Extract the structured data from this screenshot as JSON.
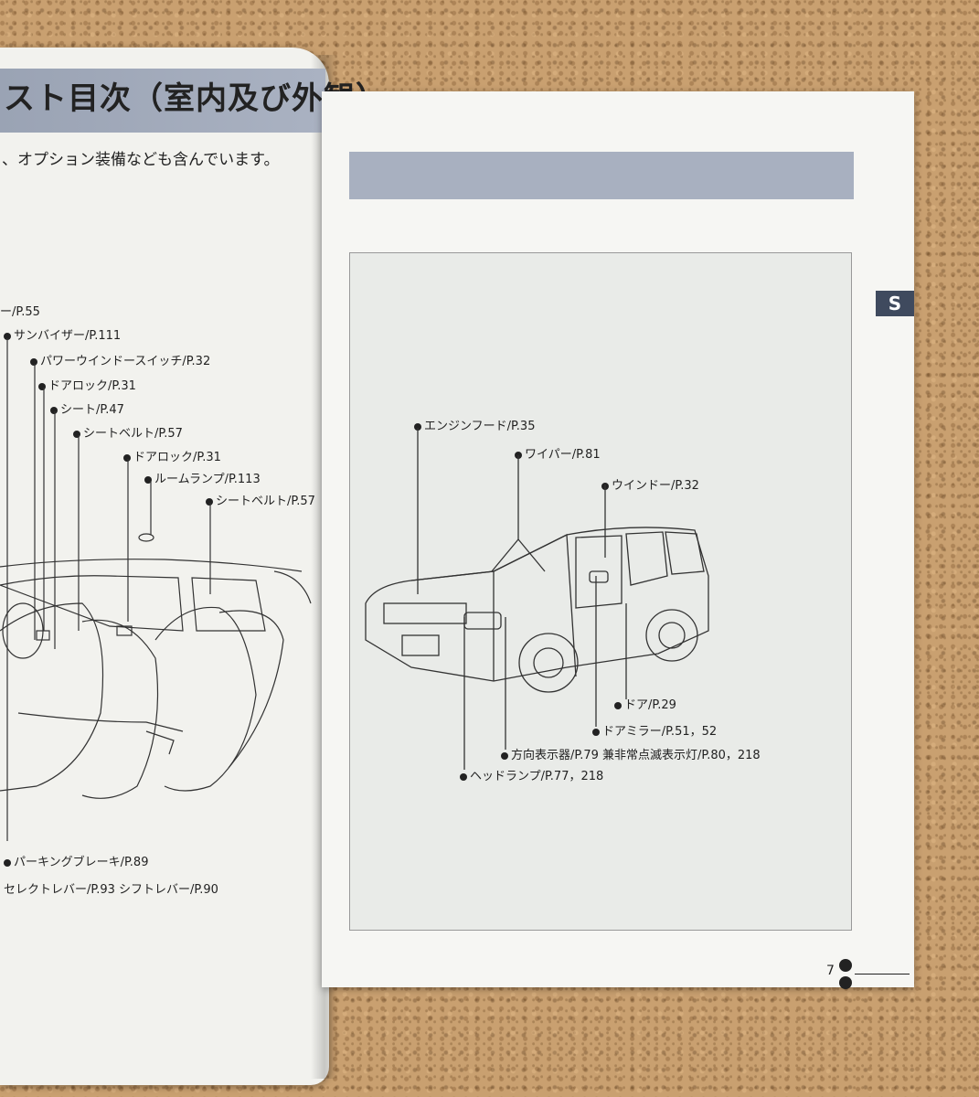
{
  "left_page": {
    "title": "スト目次（室内及び外観）",
    "subtitle": "、オプション装備なども含んでいます。",
    "labels": [
      "ー/P.55",
      "サンバイザー/P.111",
      "パワーウインドースイッチ/P.32",
      "ドアロック/P.31",
      "シート/P.47",
      "シートベルト/P.57",
      "ドアロック/P.31",
      "ルームランプ/P.113",
      "シートベルト/P.57",
      "パーキングブレーキ/P.89",
      "セレクトレバー/P.93",
      "シフトレバー/P.90"
    ]
  },
  "right_page": {
    "tab": "S",
    "page_number": "7",
    "labels": [
      "エンジンフード/P.35",
      "ワイパー/P.81",
      "ウインドー/P.32",
      "ドア/P.29",
      "ドアミラー/P.51，52",
      "方向表示器/P.79 兼非常点滅表示灯/P.80，218",
      "ヘッドランプ/P.77，218"
    ]
  },
  "colors": {
    "header_band": "#a8b0c0",
    "tab": "#3f4a5e",
    "cork": "#c9a070"
  }
}
